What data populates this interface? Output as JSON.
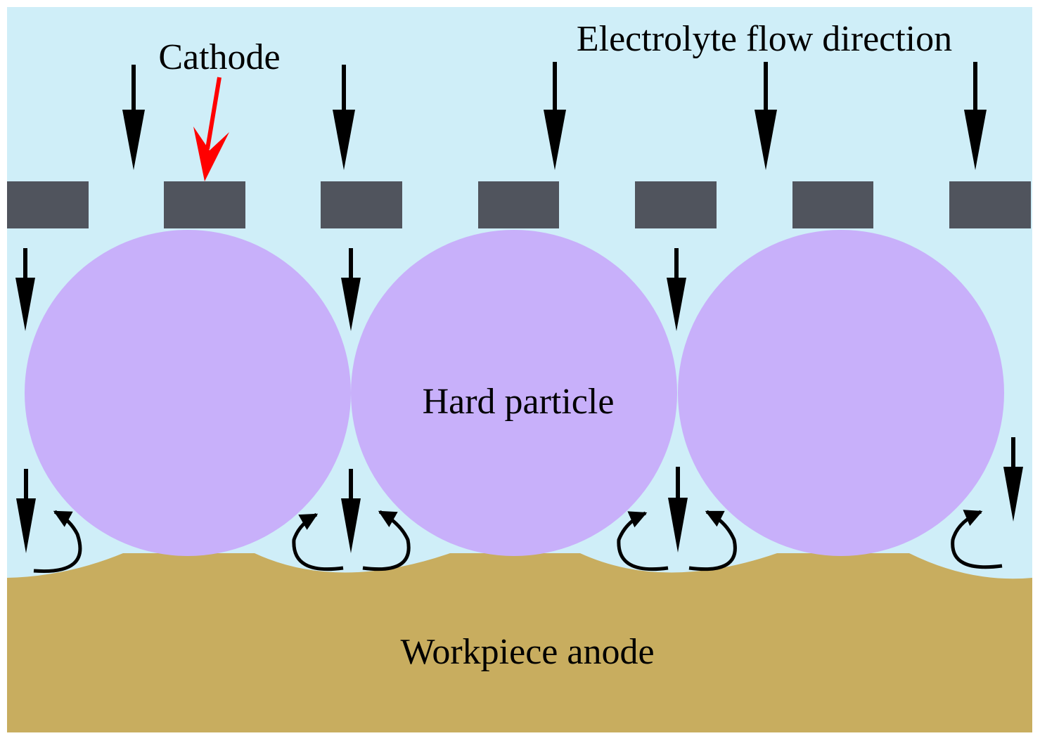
{
  "labels": {
    "cathode": "Cathode",
    "flow": "Electrolyte flow direction",
    "particle": "Hard particle",
    "anode": "Workpiece anode"
  },
  "colors": {
    "electrolyte": "#cfeef8",
    "cathode": "#50545d",
    "particle": "#c8b0fa",
    "anode": "#c8ad5f",
    "arrow": "#000000",
    "pointer": "#ff0000"
  },
  "counts": {
    "cathodes": 7,
    "particles": 3
  }
}
